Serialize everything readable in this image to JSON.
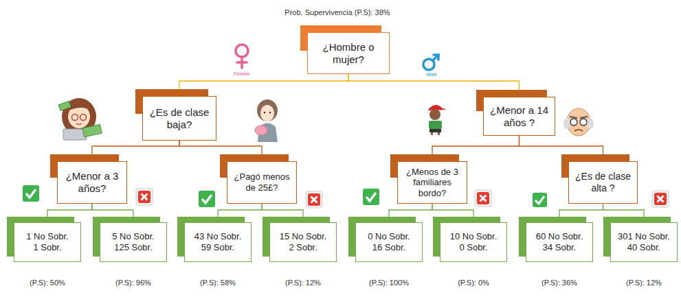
{
  "diagram": {
    "nodes": [
      {
        "text": [
          "¿Hombre o mujer?"
        ]
      },
      {
        "text": [
          "¿Es de clase baja?"
        ]
      },
      {
        "text": [
          "¿Menor a 14 años ?"
        ]
      },
      {
        "text": [
          "¿Menor a 3 años?"
        ]
      },
      {
        "text": [
          "¿Pagó menos de 25£?"
        ]
      },
      {
        "text": [
          "¿Menos de 3 familiares bordo?"
        ]
      },
      {
        "text": [
          "¿Es de clase alta ?"
        ]
      },
      {
        "text": [
          "1 No Sobr.",
          "1 Sobr."
        ]
      },
      {
        "text": [
          "5 No Sobr.",
          "125 Sobr."
        ]
      },
      {
        "text": [
          "43 No Sobr.",
          "59 Sobr."
        ]
      },
      {
        "text": [
          "15 No Sobr.",
          "2 Sobr."
        ]
      },
      {
        "text": [
          "0 No Sobr.",
          "16 Sobr."
        ]
      },
      {
        "text": [
          "10 No Sobr.",
          "0 Sobr."
        ]
      },
      {
        "text": [
          "60 No Sobr.",
          "34 Sobr."
        ]
      },
      {
        "text": [
          "301 No Sobr.",
          "40 Sobr."
        ]
      }
    ],
    "edges": [
      {
        "from": 0,
        "to": 1,
        "arrow": "none"
      },
      {
        "from": 0,
        "to": 2,
        "arrow": "none"
      },
      {
        "from": 1,
        "to": 3,
        "arrow": "none"
      },
      {
        "from": 1,
        "to": 4,
        "arrow": "none"
      },
      {
        "from": 2,
        "to": 5,
        "arrow": "none"
      },
      {
        "from": 2,
        "to": 6,
        "arrow": "none"
      },
      {
        "from": 3,
        "to": 7,
        "arrow": "none"
      },
      {
        "from": 3,
        "to": 8,
        "arrow": "none"
      },
      {
        "from": 4,
        "to": 9,
        "arrow": "none"
      },
      {
        "from": 4,
        "to": 10,
        "arrow": "none"
      },
      {
        "from": 5,
        "to": 11,
        "arrow": "none"
      },
      {
        "from": 5,
        "to": 12,
        "arrow": "none"
      },
      {
        "from": 6,
        "to": 13,
        "arrow": "none"
      },
      {
        "from": 6,
        "to": 14,
        "arrow": "none"
      }
    ],
    "labels": [
      "Prob. Supervivencia (P.S): 38%",
      "Female",
      "Male",
      "(P.S): 50%",
      "(P.S): 96%",
      "(P.S): 58%",
      "(P.S): 12%",
      "(P.S): 100%",
      "(P.S): 0%",
      "(P.S): 36%",
      "(P.S): 12%"
    ]
  }
}
